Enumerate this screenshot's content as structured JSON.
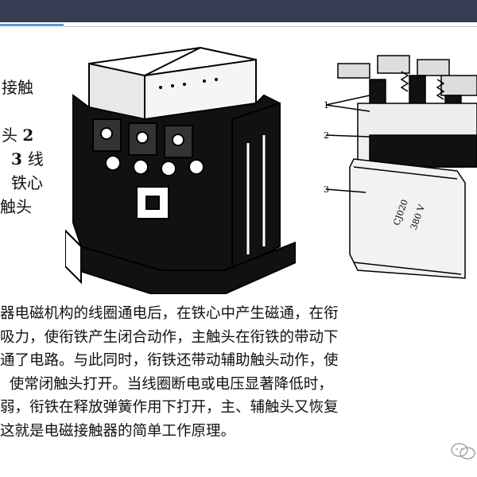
{
  "side_text": {
    "line1": "接触",
    "line2_a": "头 ",
    "line2_b": "2",
    "line3_a": " 3 ",
    "line3_b": "线",
    "line4": "铁心",
    "line5": "触头"
  },
  "figure_right": {
    "label_1": "1",
    "label_2": "2",
    "label_3": "3",
    "coil_model": "CJ020",
    "coil_voltage": "380 V"
  },
  "paragraph": [
    "器电磁机构的线圈通电后，在铁心中产生磁通，在衔",
    "吸力，使衔铁产生闭合动作，主触头在衔铁的带动下",
    "通了电路。与此同时，衔铁还带动辅助触头动作，使",
    "  使常闭触头打开。当线圈断电或电压显著降低时，",
    "弱，衔铁在释放弹簧作用下打开，主、辅触头又恢复",
    "这就是电磁接触器的简单工作原理。"
  ],
  "colors": {
    "topbar": "#383c52",
    "accent": "#5a9bd5"
  }
}
